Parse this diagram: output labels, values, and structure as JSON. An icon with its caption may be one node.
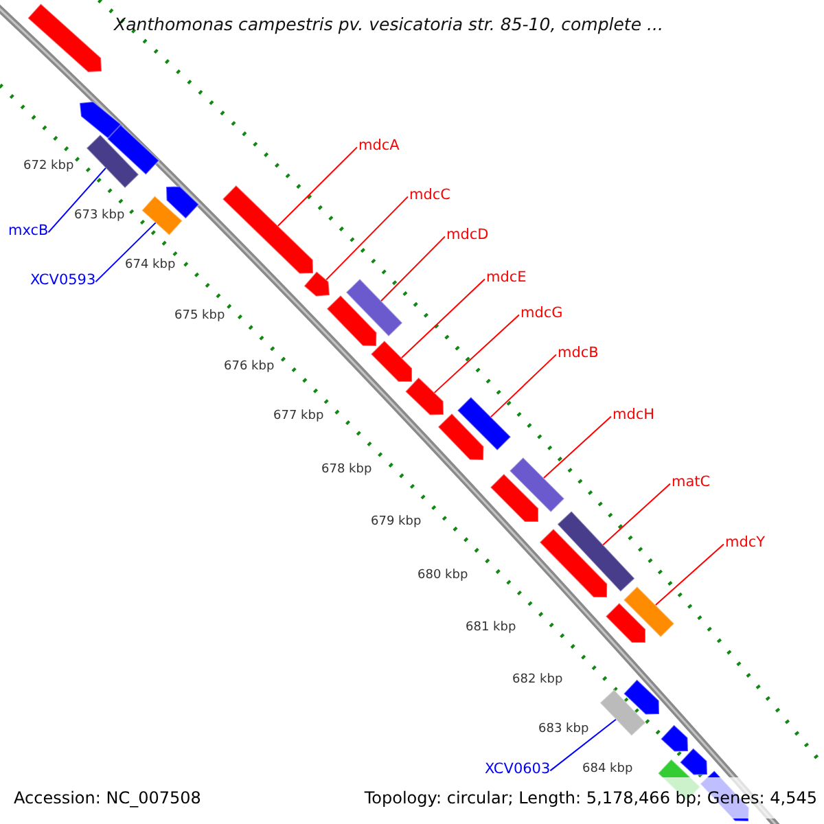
{
  "diagram": {
    "title": "Xanthomonas campestris pv. vesicatoria str. 85-10, complete ...",
    "nodes": [
      {
        "text": [],
        "shape": "arrow"
      },
      {
        "text": [],
        "shape": "arrow"
      },
      {
        "text": [],
        "shape": "bar"
      },
      {
        "text": [],
        "shape": "bar"
      },
      {
        "text": [],
        "shape": "arrow"
      },
      {
        "text": [],
        "shape": "bar"
      },
      {
        "text": [],
        "shape": "arrow"
      },
      {
        "text": [],
        "shape": "arrow"
      },
      {
        "text": [],
        "shape": "bar"
      },
      {
        "text": [],
        "shape": "arrow"
      },
      {
        "text": [],
        "shape": "arrow"
      },
      {
        "text": [],
        "shape": "arrow"
      },
      {
        "text": [],
        "shape": "arrow"
      },
      {
        "text": [],
        "shape": "bar"
      },
      {
        "text": [],
        "shape": "bar"
      },
      {
        "text": [],
        "shape": "arrow"
      },
      {
        "text": [],
        "shape": "bar"
      },
      {
        "text": [],
        "shape": "arrow"
      },
      {
        "text": [],
        "shape": "bar"
      },
      {
        "text": [],
        "shape": "arrow"
      },
      {
        "text": [],
        "shape": "arrow"
      },
      {
        "text": [],
        "shape": "bar"
      },
      {
        "text": [],
        "shape": "arrow"
      },
      {
        "text": [],
        "shape": "arrow"
      },
      {
        "text": [],
        "shape": "bar"
      },
      {
        "text": [],
        "shape": "arrow"
      },
      {
        "text": [
          "mxcB"
        ]
      },
      {
        "text": [
          "XCV0593"
        ]
      },
      {
        "text": [
          "mdcA"
        ]
      },
      {
        "text": [
          "mdcC"
        ]
      },
      {
        "text": [
          "mdcD"
        ]
      },
      {
        "text": [
          "mdcE"
        ]
      },
      {
        "text": [
          "mdcG"
        ]
      },
      {
        "text": [
          "mdcB"
        ]
      },
      {
        "text": [
          "mdcH"
        ]
      },
      {
        "text": [
          "matC"
        ]
      },
      {
        "text": [
          "mdcY"
        ]
      },
      {
        "text": [
          "XCV0603"
        ]
      }
    ],
    "edges": [
      {
        "from": 26,
        "to": 3,
        "arrow": "none",
        "color": "#0000ff"
      },
      {
        "from": 27,
        "to": 5,
        "arrow": "none",
        "color": "#0000ff"
      },
      {
        "from": 28,
        "to": 6,
        "arrow": "none"
      },
      {
        "from": 29,
        "to": 7,
        "arrow": "none"
      },
      {
        "from": 30,
        "to": 8,
        "arrow": "none"
      },
      {
        "from": 31,
        "to": 10,
        "arrow": "none"
      },
      {
        "from": 32,
        "to": 11,
        "arrow": "none"
      },
      {
        "from": 33,
        "to": 13,
        "arrow": "none"
      },
      {
        "from": 34,
        "to": 14,
        "arrow": "none"
      },
      {
        "from": 35,
        "to": 16,
        "arrow": "none"
      },
      {
        "from": 36,
        "to": 18,
        "arrow": "none"
      },
      {
        "from": 37,
        "to": 21,
        "arrow": "none",
        "color": "#0000ff"
      }
    ],
    "labels": [
      "672 kbp",
      "673 kbp",
      "674 kbp",
      "675 kbp",
      "676 kbp",
      "677 kbp",
      "678 kbp",
      "679 kbp",
      "680 kbp",
      "681 kbp",
      "682 kbp",
      "683 kbp",
      "684 kbp",
      "Accession: NC_007508",
      "Topology: circular; Length: 5,178,466 bp; Genes: 4,545"
    ]
  }
}
